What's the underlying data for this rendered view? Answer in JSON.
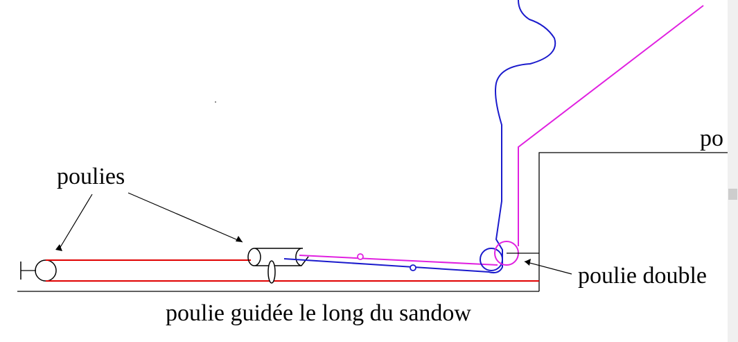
{
  "labels": {
    "poulies": "poulies",
    "poulie_double": "poulie double",
    "poulie_guidee": "poulie guidée le long du sandow",
    "clipped_label": "po"
  },
  "colors": {
    "red": "#e00000",
    "blue": "#1a1acc",
    "magenta": "#e020e0",
    "black": "#000000"
  }
}
